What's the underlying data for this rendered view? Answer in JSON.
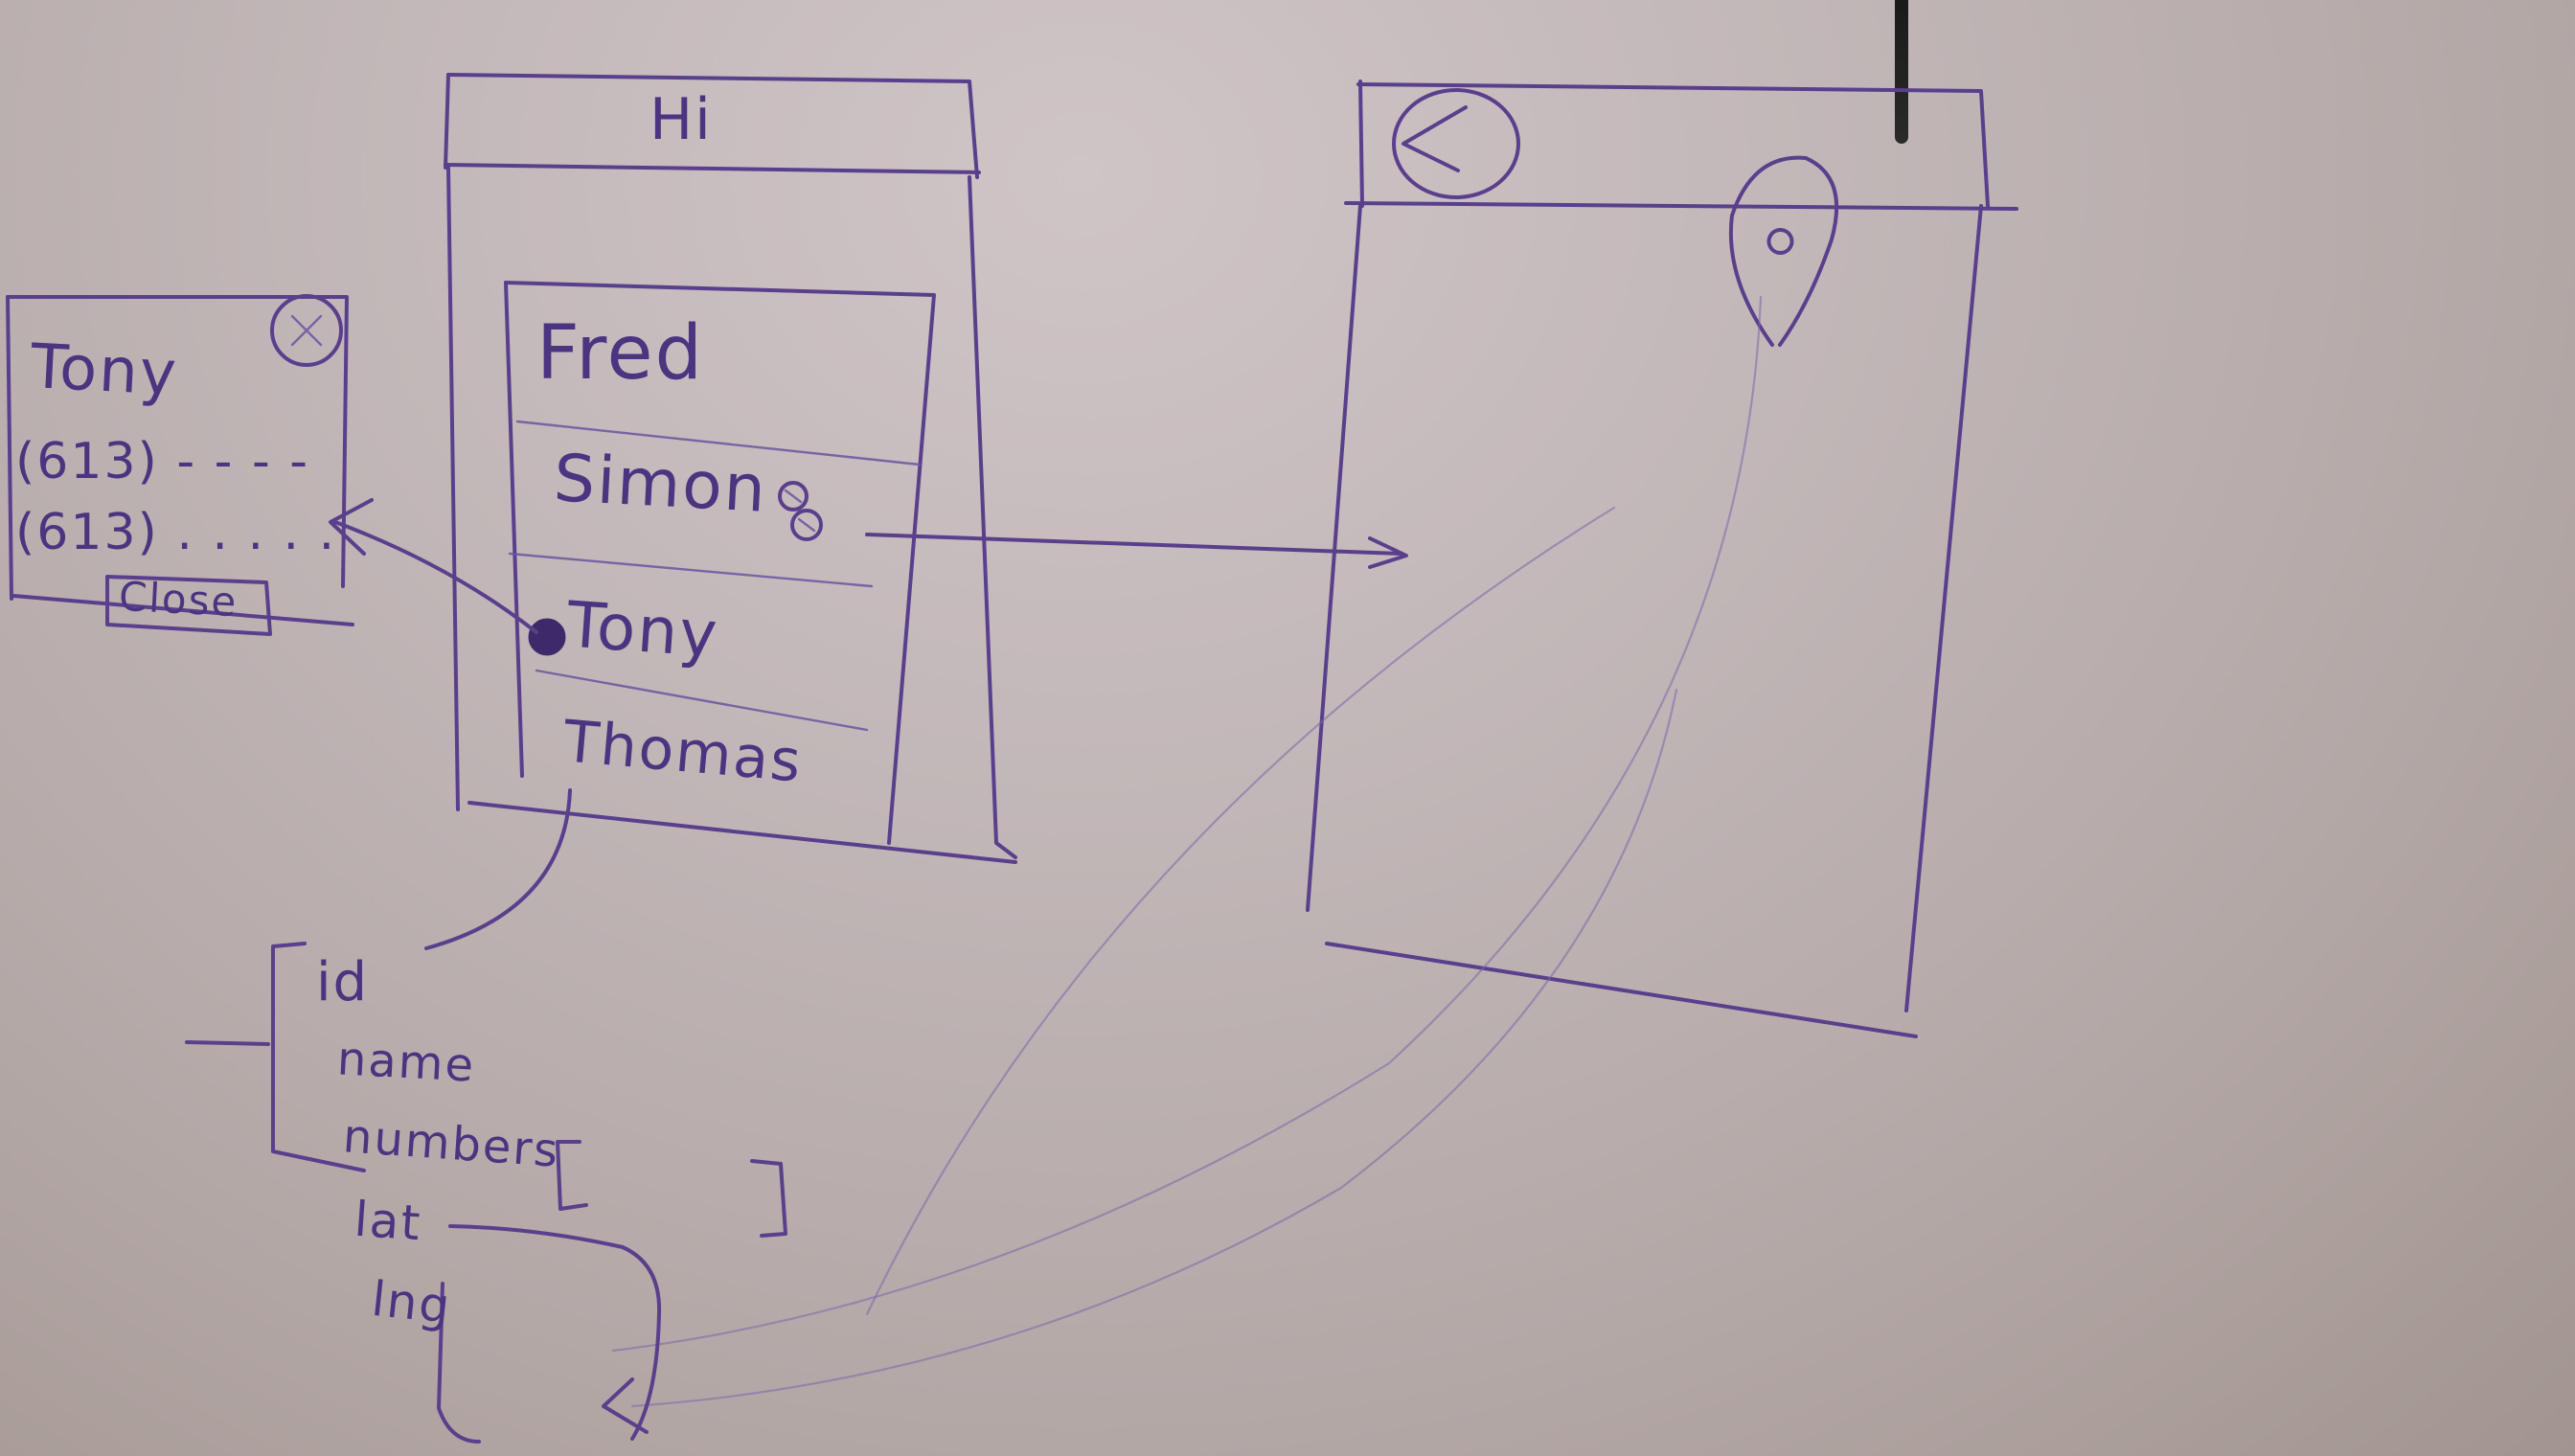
{
  "colors": {
    "ink": "#5a3f8c",
    "ink_light": "#6b55a0",
    "board": "#c2b7b8",
    "cable": "#1a1a1a"
  },
  "list_screen": {
    "title": "Hi",
    "items": [
      "Fred",
      "Simon",
      "Tony",
      "Thomas"
    ],
    "simon_icon": "binoculars-icon",
    "tony_icon": "dot-icon"
  },
  "detail_popup": {
    "name": "Tony",
    "phone_1": "(613) - - - -",
    "phone_2": "(613) . . . . .",
    "close_label": "Close",
    "close_icon": "close-x-icon"
  },
  "map_screen": {
    "back_icon": "back-arrow-icon",
    "pin_icon": "map-pin-icon"
  },
  "data_model": {
    "fields": [
      "id",
      "name",
      "numbers"
    ],
    "numbers_brackets": "[          ]",
    "extra_fields": [
      "lat",
      "lng"
    ]
  }
}
